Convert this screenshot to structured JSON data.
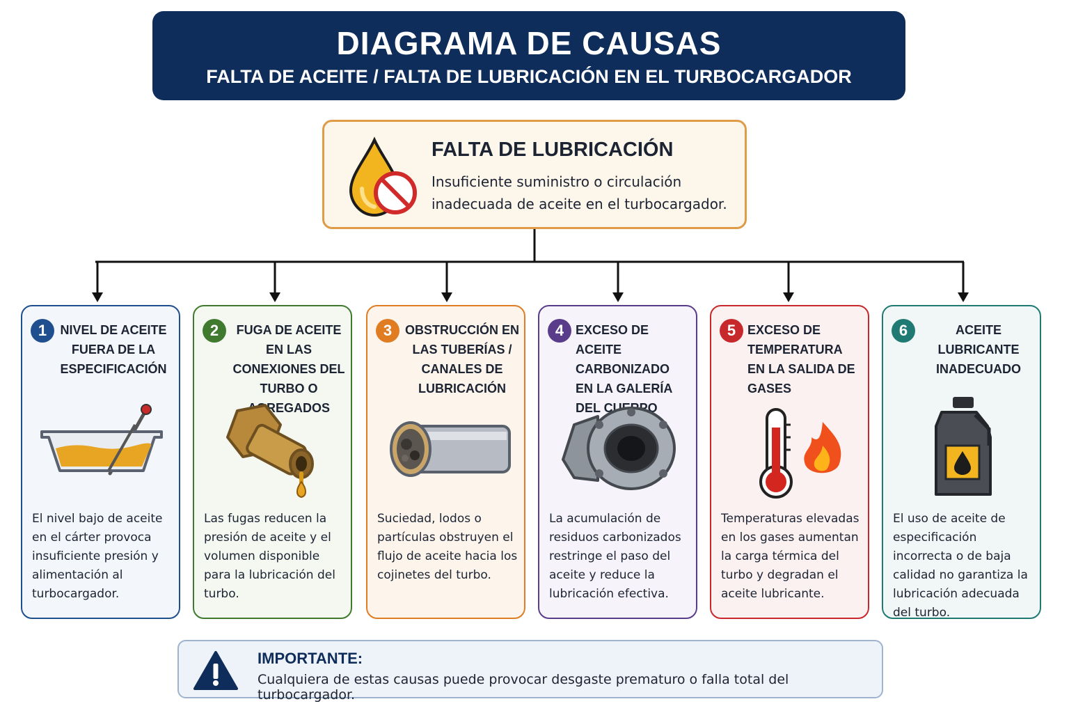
{
  "header": {
    "title": "DIAGRAMA DE CAUSAS",
    "subtitle": "FALTA DE ACEITE / FALTA DE LUBRICACIÓN EN EL TURBOCARGADOR",
    "color": "#0f2d5a"
  },
  "main": {
    "title": "FALTA DE LUBRICACIÓN",
    "description": "Insuficiente suministro o circulación inadecuada de aceite en el turbocargador.",
    "icon": "oil-drop-prohibited-icon"
  },
  "causes": [
    {
      "number": "1",
      "title": "NIVEL DE ACEITE FUERA DE LA ESPECIFICACIÓN",
      "description": "El nivel bajo de aceite en el cárter provoca insuficiente presión y alimentación al turbocargador.",
      "color": "#1f4f8f",
      "icon": "oil-pan-dipstick-icon"
    },
    {
      "number": "2",
      "title": "FUGA DE ACEITE EN LAS CONEXIONES DEL TURBO O AGREGADOS",
      "description": "Las fugas reducen la presión de aceite y el volumen disponible para la lubricación del turbo.",
      "color": "#3f7a2e",
      "icon": "leaking-fitting-icon"
    },
    {
      "number": "3",
      "title": "OBSTRUCCIÓN EN LAS TUBERÍAS / CANALES DE LUBRICACIÓN",
      "description": "Suciedad, lodos o partículas obstruyen el flujo de aceite hacia los cojinetes del turbo.",
      "color": "#e07c22",
      "icon": "clogged-pipe-icon"
    },
    {
      "number": "4",
      "title": "EXCESO DE ACEITE CARBONIZADO EN LA GALERÍA DEL CUERPO CENTRAL",
      "description": "La acumulación de residuos carbonizados restringe el paso del aceite y reduce la lubricación efectiva.",
      "color": "#5a3d8a",
      "icon": "turbo-center-housing-icon"
    },
    {
      "number": "5",
      "title": "EXCESO DE TEMPERATURA EN LA SALIDA DE GASES",
      "description": "Temperaturas elevadas en los gases aumentan la carga térmica del turbo y degradan el aceite lubricante.",
      "color": "#c7282b",
      "icon": "thermometer-flame-icon"
    },
    {
      "number": "6",
      "title": "ACEITE LUBRICANTE INADECUADO",
      "description": "El uso de aceite de especificación incorrecta o de baja calidad no garantiza la lubricación adecuada del turbo.",
      "color": "#1f7a73",
      "icon": "oil-bottle-icon"
    }
  ],
  "important": {
    "title": "IMPORTANTE:",
    "text": "Cualquiera de estas causas puede provocar desgaste prematuro o falla total del turbocargador.",
    "icon": "warning-icon"
  }
}
